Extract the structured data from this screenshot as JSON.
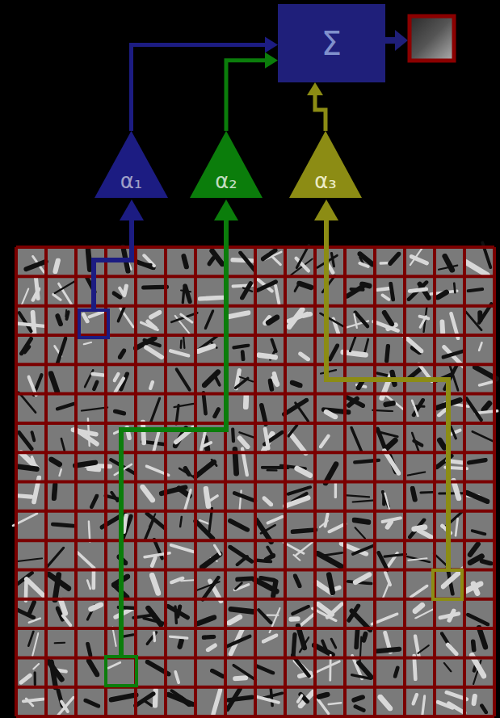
{
  "diagram": {
    "nodes": [
      {
        "text": [
          "Σ"
        ]
      },
      {
        "text": [
          "α₁"
        ]
      },
      {
        "text": [
          "α₂"
        ]
      },
      {
        "text": [
          "α₃"
        ]
      }
    ],
    "edges": [
      {
        "from": 1,
        "to": 0,
        "arrow": "to"
      },
      {
        "from": 2,
        "to": 0,
        "arrow": "to"
      },
      {
        "from": 3,
        "to": 0,
        "arrow": "to"
      }
    ]
  }
}
